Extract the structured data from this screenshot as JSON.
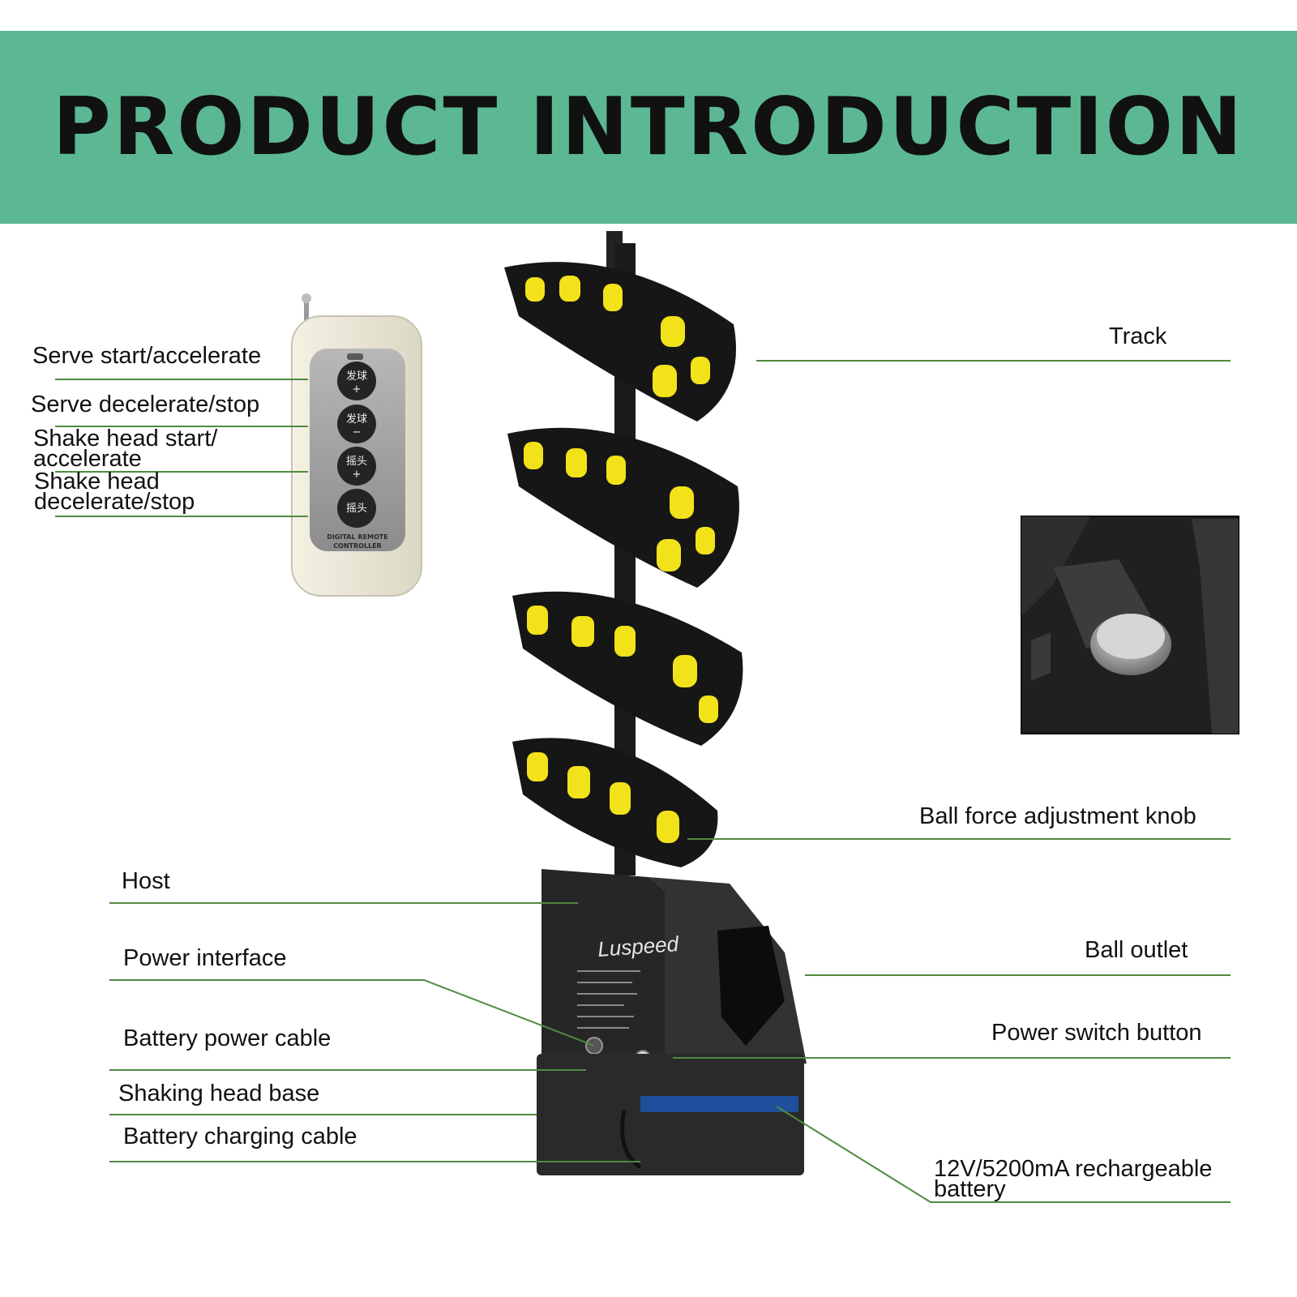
{
  "banner": {
    "title": "PRODUCT INTRODUCTION",
    "color": "#5bb893"
  },
  "colors": {
    "leader": "#4f8a3e",
    "ball": "#f2e21a",
    "track": "#151515",
    "remote": "#ece8d8",
    "remote_face": "#9c9c9c"
  },
  "remote": {
    "buttons": [
      {
        "text": "发球",
        "sign": "+"
      },
      {
        "text": "发球",
        "sign": "−"
      },
      {
        "text": "摇头",
        "sign": "+"
      },
      {
        "text": "摇头",
        "sign": ""
      }
    ],
    "caption_line1": "DIGITAL REMOTE",
    "caption_line2": "CONTROLLER"
  },
  "host": {
    "logo": "Luspeed"
  },
  "labels": {
    "serve_start": "Serve start/accelerate",
    "serve_stop": "Serve decelerate/stop",
    "shake_start": "Shake head start/ accelerate",
    "shake_stop": "Shake head decelerate/stop",
    "track": "Track",
    "knob": "Ball force adjustment knob",
    "host": "Host",
    "power_interface": "Power interface",
    "battery_power_cable": "Battery power cable",
    "shaking_head_base": "Shaking head base",
    "battery_charging_cable": "Battery charging cable",
    "ball_outlet": "Ball outlet",
    "power_switch": "Power switch button",
    "battery": "12V/5200mA rechargeable battery"
  }
}
